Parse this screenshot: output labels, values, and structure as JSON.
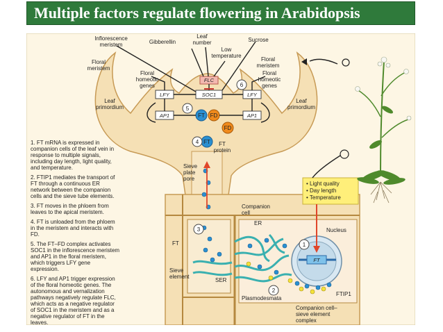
{
  "title": "Multiple factors regulate flowering in Arabidopsis",
  "labels": {
    "inflorescence_meristem": [
      "Inflorescence",
      "meristem"
    ],
    "gibberellin": "Gibberellin",
    "leaf_number": [
      "Leaf",
      "number"
    ],
    "sucrose": "Sucrose",
    "low_temperature": [
      "Low",
      "temperature"
    ],
    "floral_meristem_left": [
      "Floral",
      "meristem"
    ],
    "floral_meristem_right": [
      "Floral",
      "meristem"
    ],
    "floral_homeotic_left": [
      "Floral",
      "homeotic",
      "genes"
    ],
    "floral_homeotic_right": [
      "Floral",
      "homeotic",
      "genes"
    ],
    "leaf_primordium_left": [
      "Leaf",
      "primordium"
    ],
    "leaf_primordium_right": [
      "Leaf",
      "primordium"
    ],
    "ft_protein": [
      "FT",
      "protein"
    ],
    "sieve_plate_pore": [
      "Sieve",
      "plate",
      "pore"
    ],
    "companion_cell": [
      "Companion",
      "cell"
    ],
    "er": "ER",
    "nucleus": "Nucleus",
    "ft": "FT",
    "ser": "SER",
    "sieve_element": [
      "Sieve",
      "element"
    ],
    "ftip1": "FTIP1",
    "plasmodesmata": "Plasmodesmata",
    "complex": [
      "Companion cell–",
      "sieve element",
      "complex"
    ]
  },
  "boxes": {
    "flc": "FLC",
    "soc1": "SOC1",
    "lfy_left": "LFY",
    "lfy_right": "LFY",
    "ap1_left": "AP1",
    "ap1_right": "AP1",
    "ft_gene": "FT",
    "ft_mol": "FT",
    "fd_mol": "FD",
    "fd_mol2": "FD",
    "ft_protein_mol": "FT"
  },
  "step_numbers": [
    "1",
    "2",
    "3",
    "4",
    "5",
    "6"
  ],
  "signals": [
    "• Light quality",
    "• Day length",
    "• Temperature"
  ],
  "steps": [
    [
      "1. FT mRNA is expressed in",
      "companion cells of the leaf vein in",
      "response to multiple signals,",
      "including day length, light quality,",
      "and temperature."
    ],
    [
      "2. FTIP1 mediates the transport of",
      "FT through a continuous ER",
      "network between the companion",
      "cells and the sieve tube elements."
    ],
    [
      "3. FT moves in the phloem from",
      "leaves to the apical meristem."
    ],
    [
      "4. FT is unloaded from the phloem",
      "in the meristem and interacts with",
      "FD."
    ],
    [
      "5. The FT–FD complex activates",
      "SOC1 in the inflorescence meristem",
      "and AP1 in the floral meristem,",
      "which triggers LFY gene",
      "expression."
    ],
    [
      "6. LFY and AP1 trigger expression",
      "of the floral homeotic genes. The",
      "autonomous and vernalization",
      "pathways negatively regulate FLC,",
      "which acts as a negative regulator",
      "of SOC1 in the meristem and as a",
      "negative regulator of FT in the",
      "leaves."
    ]
  ],
  "colors": {
    "title_bg": "#2f7a3b",
    "panel_bg": "#fdf6e4",
    "tissue": "#f5e0b5",
    "tissue_edge": "#c79a55",
    "cell_wall": "#b5883f",
    "ft_blue": "#2a8fd1",
    "fd_orange": "#f08a1c",
    "er_teal": "#3ab0b0",
    "yellow": "#f5e23a",
    "signal_arrow": "#e0462a"
  }
}
